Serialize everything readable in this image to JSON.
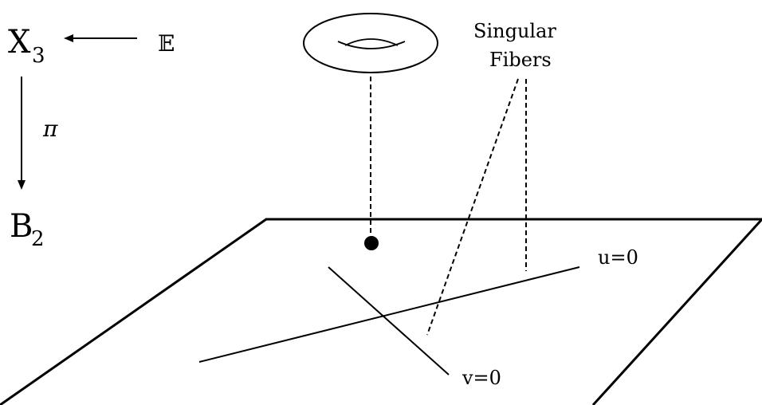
{
  "labels": {
    "total_space": "X",
    "total_space_sub": "3",
    "fiber_space": "𝔼",
    "projection": "π",
    "base": "B",
    "base_sub": "2",
    "singular_line1": "Singular",
    "singular_line2": "Fibers",
    "curve_u": "u=0",
    "curve_v": "v=0"
  },
  "colors": {
    "ink": "#000000",
    "background": "#ffffff"
  }
}
